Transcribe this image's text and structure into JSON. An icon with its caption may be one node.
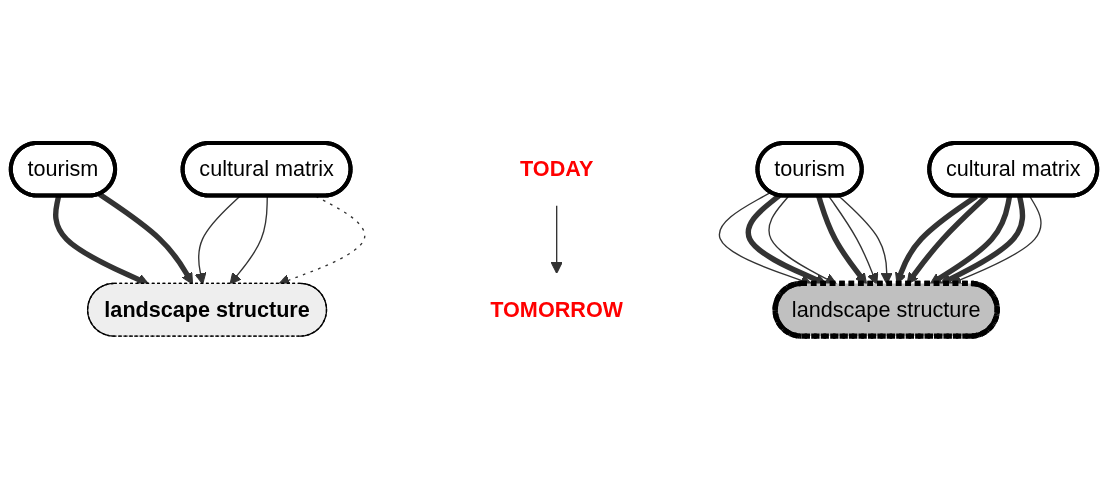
{
  "diagram": {
    "nodes": [
      {
        "text": [
          "tourism"
        ]
      },
      {
        "text": [
          "landscape structure"
        ]
      },
      {
        "text": [
          "cultural matrix"
        ]
      },
      {
        "text": [
          "TODAY"
        ]
      },
      {
        "text": [
          "TOMORROW"
        ]
      },
      {
        "text": [
          "tourism"
        ]
      },
      {
        "text": [
          "landscape structure"
        ]
      },
      {
        "text": [
          "cultural matrix"
        ]
      }
    ],
    "edges": [
      {
        "from": 0,
        "to": 1,
        "arrow": "to",
        "style": "thick"
      },
      {
        "from": 0,
        "to": 1,
        "arrow": "to",
        "style": "thick"
      },
      {
        "from": 2,
        "to": 1,
        "arrow": "to"
      },
      {
        "from": 2,
        "to": 1,
        "arrow": "to"
      },
      {
        "from": 2,
        "to": 1,
        "arrow": "to",
        "style": "dashed"
      },
      {
        "from": 3,
        "to": 4,
        "arrow": "to"
      },
      {
        "from": 5,
        "to": 6,
        "arrow": "to"
      },
      {
        "from": 5,
        "to": 6,
        "arrow": "to",
        "style": "thick"
      },
      {
        "from": 5,
        "to": 6,
        "arrow": "to"
      },
      {
        "from": 5,
        "to": 6,
        "arrow": "to",
        "style": "thick"
      },
      {
        "from": 5,
        "to": 6,
        "arrow": "to"
      },
      {
        "from": 5,
        "to": 6,
        "arrow": "to"
      },
      {
        "from": 7,
        "to": 6,
        "arrow": "to",
        "style": "thick"
      },
      {
        "from": 7,
        "to": 6,
        "arrow": "to",
        "style": "thick"
      },
      {
        "from": 7,
        "to": 6,
        "arrow": "to",
        "style": "thick"
      },
      {
        "from": 7,
        "to": 6,
        "arrow": "to",
        "style": "thick"
      },
      {
        "from": 7,
        "to": 6,
        "arrow": "to"
      }
    ]
  }
}
